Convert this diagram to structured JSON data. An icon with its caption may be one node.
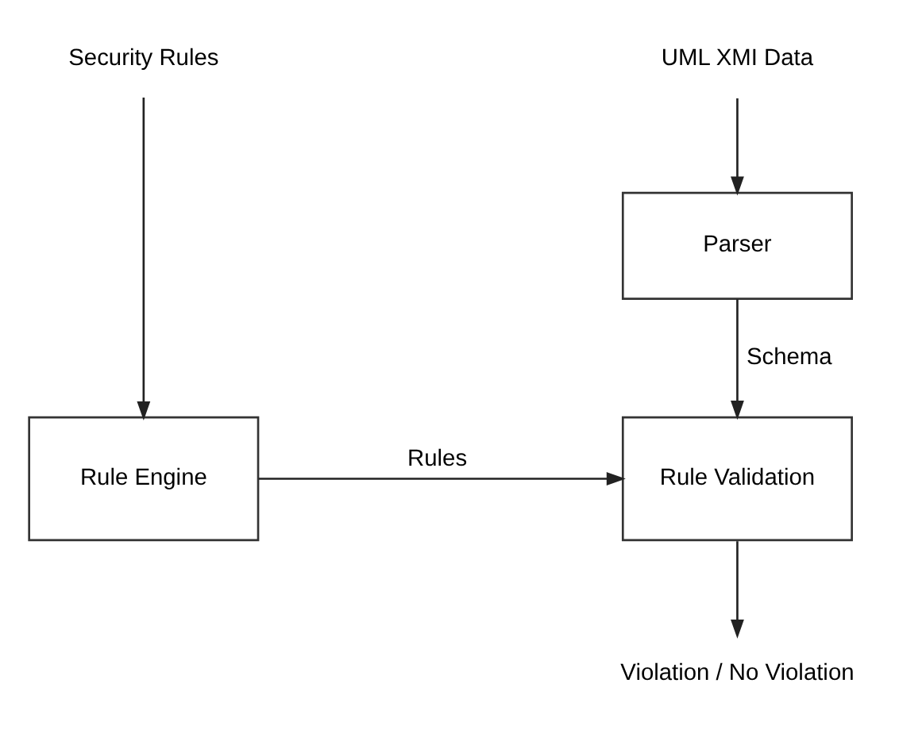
{
  "diagram": {
    "nodes": [
      {
        "text": [
          "UML XMI Data"
        ]
      },
      {
        "text": [
          "Parser"
        ]
      },
      {
        "text": [
          "Rule Validation"
        ]
      },
      {
        "text": [
          "Rule Engine"
        ]
      },
      {
        "text": [
          "Security Rules"
        ]
      },
      {
        "text": [
          "Violation / No Violation"
        ]
      }
    ],
    "edges": [
      {
        "from": 0,
        "to": 1,
        "arrow": "to"
      },
      {
        "from": 1,
        "to": 2,
        "arrow": "to",
        "label": "Schema"
      },
      {
        "from": 4,
        "to": 3,
        "arrow": "to"
      },
      {
        "from": 3,
        "to": 2,
        "arrow": "to",
        "label": "Rules"
      },
      {
        "from": 2,
        "to": 5,
        "arrow": "to"
      }
    ]
  }
}
